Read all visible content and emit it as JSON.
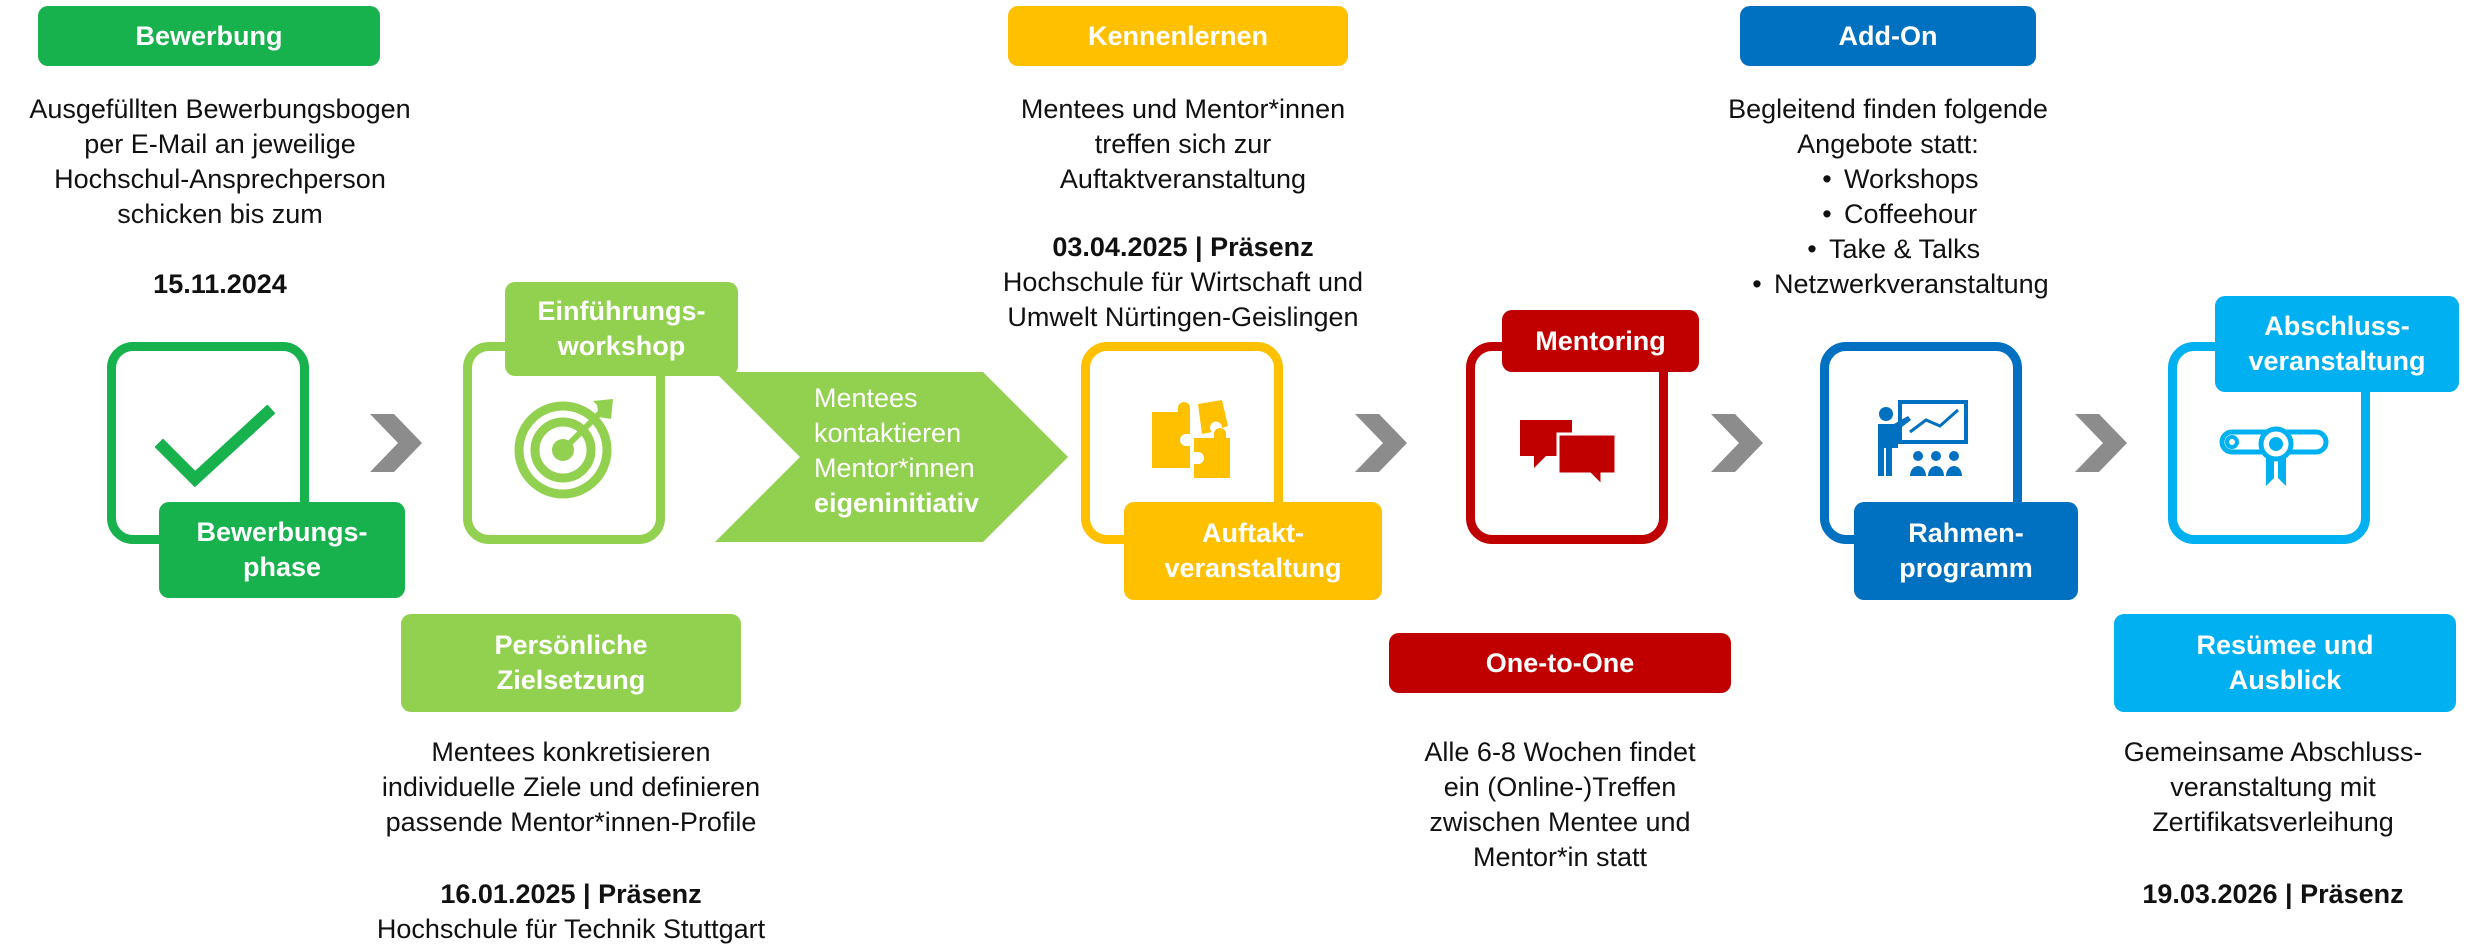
{
  "colors": {
    "green_dark": "#17b14d",
    "green_light": "#92d050",
    "yellow": "#ffc000",
    "red": "#c00000",
    "blue_dark": "#0070c0",
    "blue_light": "#00b0f0",
    "chevron": "#8c8c8c"
  },
  "phases": {
    "bewerbung": {
      "header": "Bewerbung",
      "text": "Ausgefüllten Bewerbungsbogen\nper E-Mail an jeweilige\nHochschul-Ansprechperson\nschicken bis zum",
      "date": "15.11.2024",
      "icon_label": "Bewerbungs-\nphase",
      "icon": "checkmark-icon"
    },
    "zielsetzung": {
      "icon_label": "Einführungs-\nworkshop",
      "icon": "target-icon",
      "subheader": "Persönliche\nZielsetzung",
      "text": "Mentees konkretisieren\nindividuelle Ziele und definieren\npassende Mentor*innen-Profile",
      "date": "16.01.2025 | Präsenz",
      "location": "Hochschule für Technik Stuttgart"
    },
    "arrow": {
      "line1": "Mentees",
      "line2": "kontaktieren",
      "line3": "Mentor*innen",
      "line4": "eigeninitiativ"
    },
    "kennenlernen": {
      "header": "Kennenlernen",
      "text": "Mentees und Mentor*innen\ntreffen sich zur\nAuftaktveranstaltung",
      "date": "03.04.2025 | Präsenz",
      "location": "Hochschule für Wirtschaft und\nUmwelt Nürtingen-Geislingen",
      "icon_label": "Auftakt-\nveranstaltung",
      "icon": "puzzle-icon"
    },
    "mentoring": {
      "icon_label": "Mentoring",
      "icon": "chat-bubbles-icon",
      "subheader": "One-to-One",
      "text": "Alle 6-8 Wochen findet\nein (Online-)Treffen\nzwischen Mentee und\nMentor*in statt"
    },
    "addon": {
      "header": "Add-On",
      "text": "Begleitend finden folgende\nAngebote statt:",
      "items": [
        "Workshops",
        "Coffeehour",
        "Take & Talks",
        "Netzwerkveranstaltung"
      ],
      "icon_label": "Rahmen-\nprogramm",
      "icon": "presentation-icon"
    },
    "abschluss": {
      "icon_label": "Abschluss-\nveranstaltung",
      "icon": "certificate-icon",
      "subheader": "Resümee und\nAusblick",
      "text": "Gemeinsame Abschluss-\nveranstaltung mit\nZertifikatsverleihung",
      "date": "19.03.2026 | Präsenz"
    }
  }
}
